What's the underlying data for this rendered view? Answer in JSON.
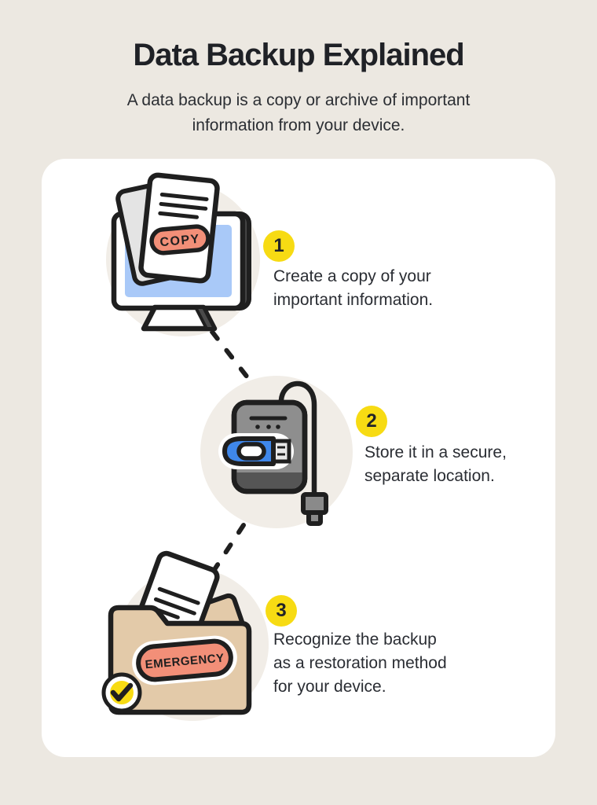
{
  "header": {
    "title": "Data Backup Explained",
    "subtitle_line1": "A data backup is a copy or archive of important",
    "subtitle_line2": "information from your device."
  },
  "steps": [
    {
      "number": "1",
      "lines": [
        "Create a copy of your",
        "important information."
      ],
      "illustration": "monitor-with-copied-documents"
    },
    {
      "number": "2",
      "lines": [
        "Store it in a secure,",
        "separate location."
      ],
      "illustration": "external-drive-with-usb-stick"
    },
    {
      "number": "3",
      "lines": [
        "Recognize the backup",
        "as a restoration method",
        "for your device."
      ],
      "illustration": "emergency-folder-with-checkmark"
    }
  ],
  "labels": {
    "copy_badge": "COPY",
    "emergency_badge": "EMERGENCY"
  },
  "colors": {
    "page_background": "#ECE8E1",
    "card_background": "#FFFFFF",
    "illustration_circle": "#F1EDE7",
    "accent_yellow": "#F7DB13",
    "accent_salmon": "#F28F78",
    "screen_blue": "#A9C9F8",
    "usb_blue": "#3F87EA",
    "folder_tan": "#E3CAA9",
    "outline_black": "#1F1F1F",
    "text_dark": "#2A2D33"
  }
}
